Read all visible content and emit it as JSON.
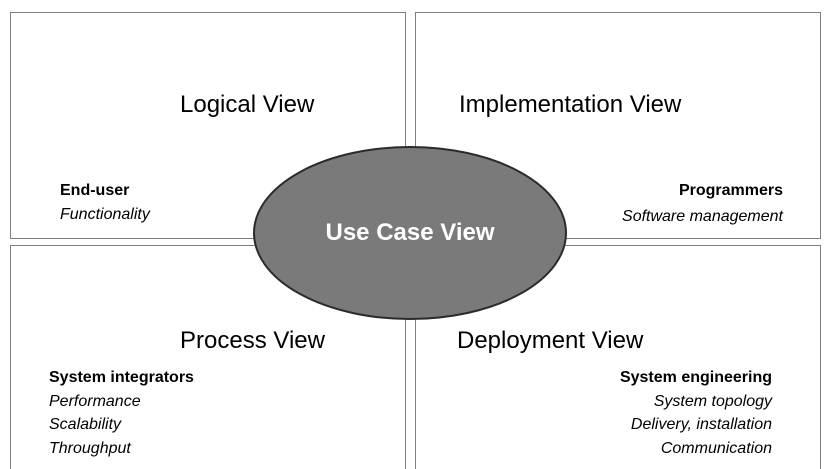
{
  "logical": {
    "title": "Logical View",
    "stakeholder": "End-user",
    "concerns": [
      "Functionality"
    ]
  },
  "implementation": {
    "title": "Implementation View",
    "stakeholder": "Programmers",
    "concerns": [
      "Software management"
    ]
  },
  "process": {
    "title": "Process View",
    "stakeholder": "System integrators",
    "concerns": [
      "Performance",
      "Scalability",
      "Throughput"
    ]
  },
  "deployment": {
    "title": "Deployment View",
    "stakeholder": "System engineering",
    "concerns": [
      "System topology",
      "Delivery, installation",
      "Communication"
    ]
  },
  "center": {
    "label": "Use Case View",
    "fill": "#7a7a7a",
    "stroke": "#2b2b2b"
  }
}
